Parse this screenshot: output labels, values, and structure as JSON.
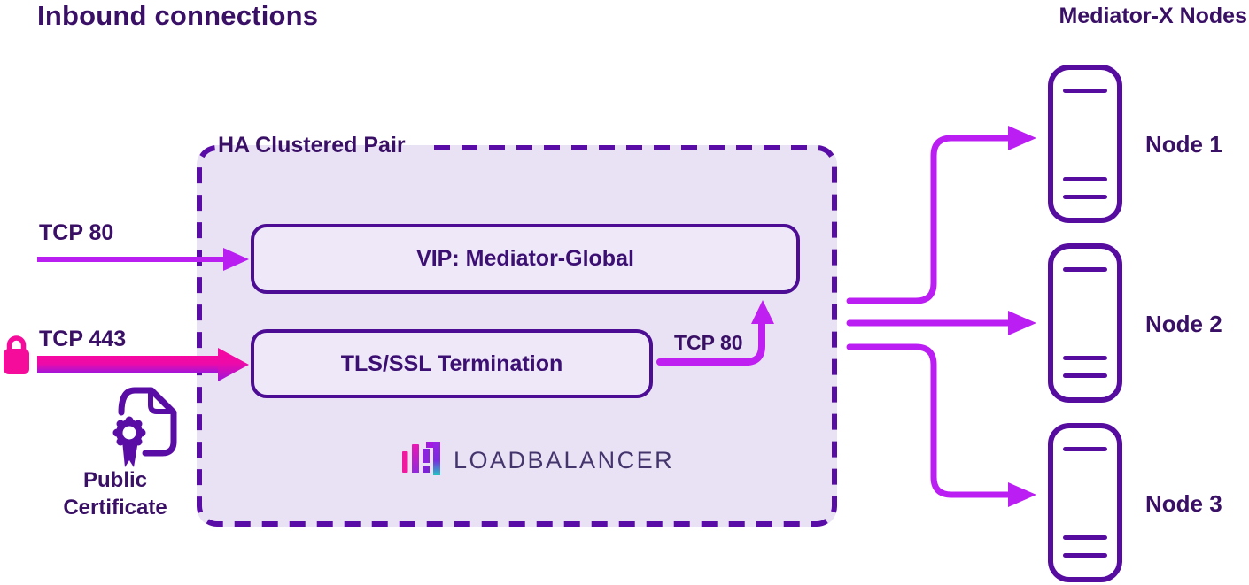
{
  "title": "Inbound connections",
  "right_heading": "Mediator-X Nodes",
  "cluster": {
    "label": "HA Clustered Pair",
    "vip": "VIP: Mediator-Global",
    "tls": "TLS/SSL Termination",
    "internal_arrow_label": "TCP 80",
    "logo_word": "LOADBALANCER"
  },
  "inbound": {
    "http": "TCP 80",
    "https": "TCP 443",
    "cert_line1": "Public",
    "cert_line2": "Certificate"
  },
  "nodes": [
    {
      "label": "Node 1"
    },
    {
      "label": "Node 2"
    },
    {
      "label": "Node 3"
    }
  ],
  "icons": {
    "lock": "lock-icon",
    "certificate": "certificate-icon",
    "logo_mark": "loadbalancer-bars-icon"
  },
  "colors": {
    "ink": "#3a1066",
    "node_purple": "#560c9e",
    "violet_arrow": "#bb1ef2",
    "pink": "#f50c9b",
    "dashed_border": "#5a0ca6",
    "cluster_fill": "#e9e1f4",
    "inner_box_fill": "#eee8f8",
    "logo_word": "#45356d",
    "logo_teal": "#23c2c4"
  }
}
